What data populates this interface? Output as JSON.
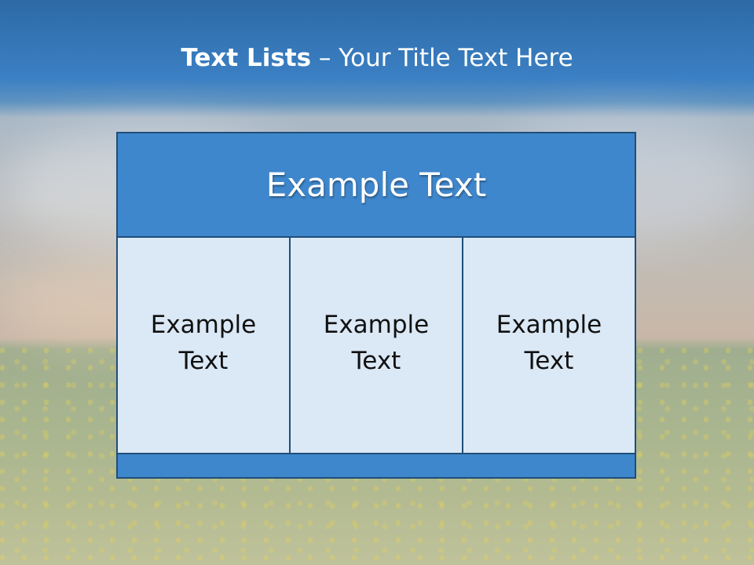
{
  "slide": {
    "title_bold": "Text Lists",
    "title_rest": " – Your Title Text Here"
  },
  "panel": {
    "header": "Example Text",
    "cells": [
      {
        "line1": "Example",
        "line2": "Text"
      },
      {
        "line1": "Example",
        "line2": "Text"
      },
      {
        "line1": "Example",
        "line2": "Text"
      }
    ]
  },
  "colors": {
    "header_fill": "#3f87cc",
    "cell_fill": "#dbe8f5",
    "border": "#1f4e79"
  }
}
